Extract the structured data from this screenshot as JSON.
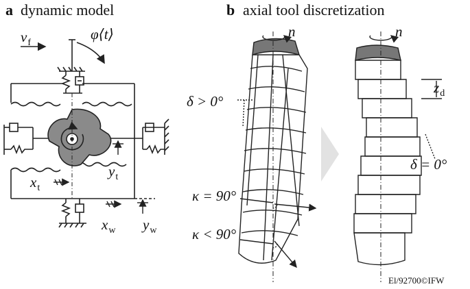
{
  "panel_a": {
    "letter": "a",
    "title": "dynamic model",
    "feed_sym": "v",
    "feed_sub": "f",
    "angle": "φ⟨t⟩",
    "x_tool_sym": "x",
    "x_tool_sub": "t",
    "y_tool_sym": "y",
    "y_tool_sub": "t",
    "x_work_sym": "x",
    "x_work_sub": "w",
    "y_work_sym": "y",
    "y_work_sub": "w"
  },
  "panel_b": {
    "letter": "b",
    "title": "axial tool discretization",
    "rot_sym_left": "n",
    "rot_sym_right": "n",
    "delta_pos": "δ > 0°",
    "kappa_eq": "κ = 90°",
    "kappa_lt": "κ < 90°",
    "zd_sym": "z",
    "zd_sub": "d",
    "delta_zero": "δ = 0°"
  },
  "footer": "El/92700©IFW",
  "colors": {
    "line": "#222222",
    "fill_grey": "#8a8a8a",
    "arrow_grey": "#e2e2e2",
    "tool_grey": "#777777"
  }
}
